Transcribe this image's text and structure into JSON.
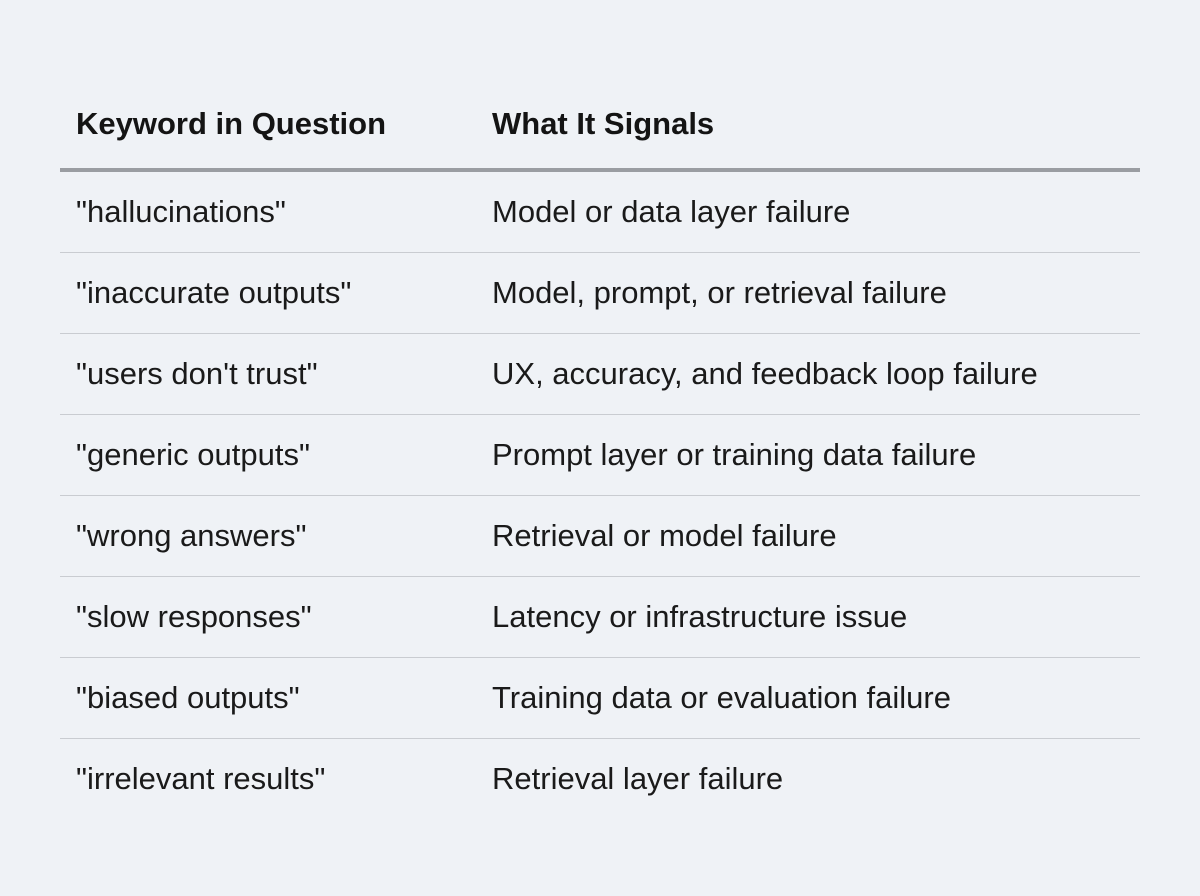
{
  "table": {
    "headers": [
      "Keyword in Question",
      "What It Signals"
    ],
    "rows": [
      [
        "\"hallucinations\"",
        "Model or data layer failure"
      ],
      [
        "\"inaccurate outputs\"",
        "Model, prompt, or retrieval failure"
      ],
      [
        "\"users don't trust\"",
        "UX, accuracy, and feedback loop failure"
      ],
      [
        "\"generic outputs\"",
        "Prompt layer or training data failure"
      ],
      [
        "\"wrong answers\"",
        "Retrieval or model failure"
      ],
      [
        "\"slow responses\"",
        "Latency or infrastructure issue"
      ],
      [
        "\"biased outputs\"",
        "Training data or evaluation failure"
      ],
      [
        "\"irrelevant results\"",
        "Retrieval layer failure"
      ]
    ]
  }
}
